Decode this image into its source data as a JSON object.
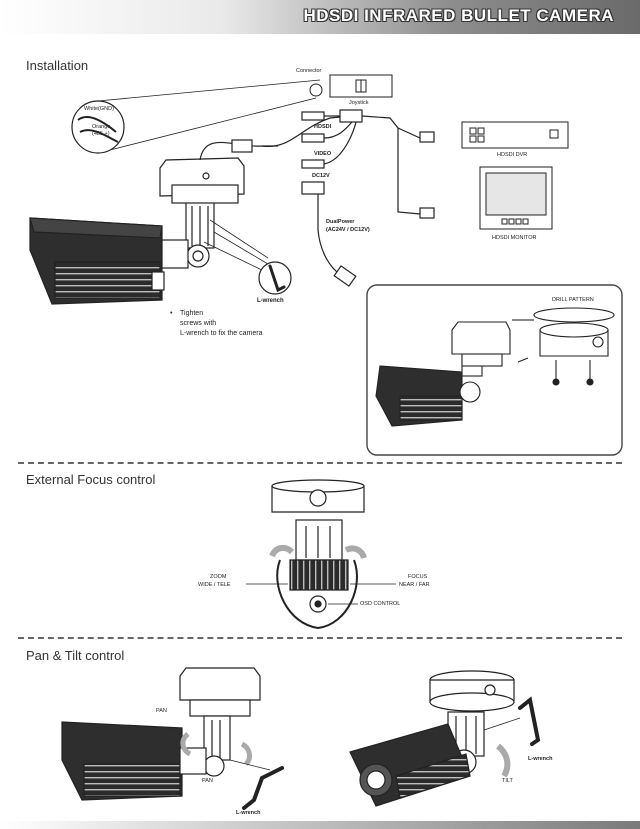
{
  "header": {
    "title": "HDSDI INFRARED BULLET CAMERA"
  },
  "sections": {
    "installation": "Installation",
    "focus": "External Focus control",
    "pantilt": "Pan & Tilt control"
  },
  "installation": {
    "connector": "Connector",
    "joystick": "Joystick",
    "white_wire": "White(GND)",
    "orange_wire": "Orange",
    "rs485": "(485 +)",
    "hdsdi": "HDSDI",
    "video": "VIDEO",
    "dc12v": "DC12V",
    "dual_power_1": "DualPower",
    "dual_power_2": "(AC24V / DC12V)",
    "dvr": "HDSDI DVR",
    "monitor": "HDSDI MONITOR",
    "lwrench": "L-wrench",
    "tip_bullet": "•",
    "tip_line1": "Tighten",
    "tip_line2": "screws with",
    "tip_line3": "L-wrench to fix the camera",
    "drill_pattern": "DRILL PATTERN"
  },
  "focus": {
    "zoom_line1": "ZOOM",
    "zoom_line2": "WIDE / TELE",
    "focus_line1": "FOCUS",
    "focus_line2": "NEAR / FAR",
    "osd": "OSD CONTROL"
  },
  "pantilt": {
    "pan_top": "PAN",
    "pan_bottom": "PAN",
    "tilt": "TILT",
    "lwrench_left": "L-wrench",
    "lwrench_right": "L-wrench"
  }
}
